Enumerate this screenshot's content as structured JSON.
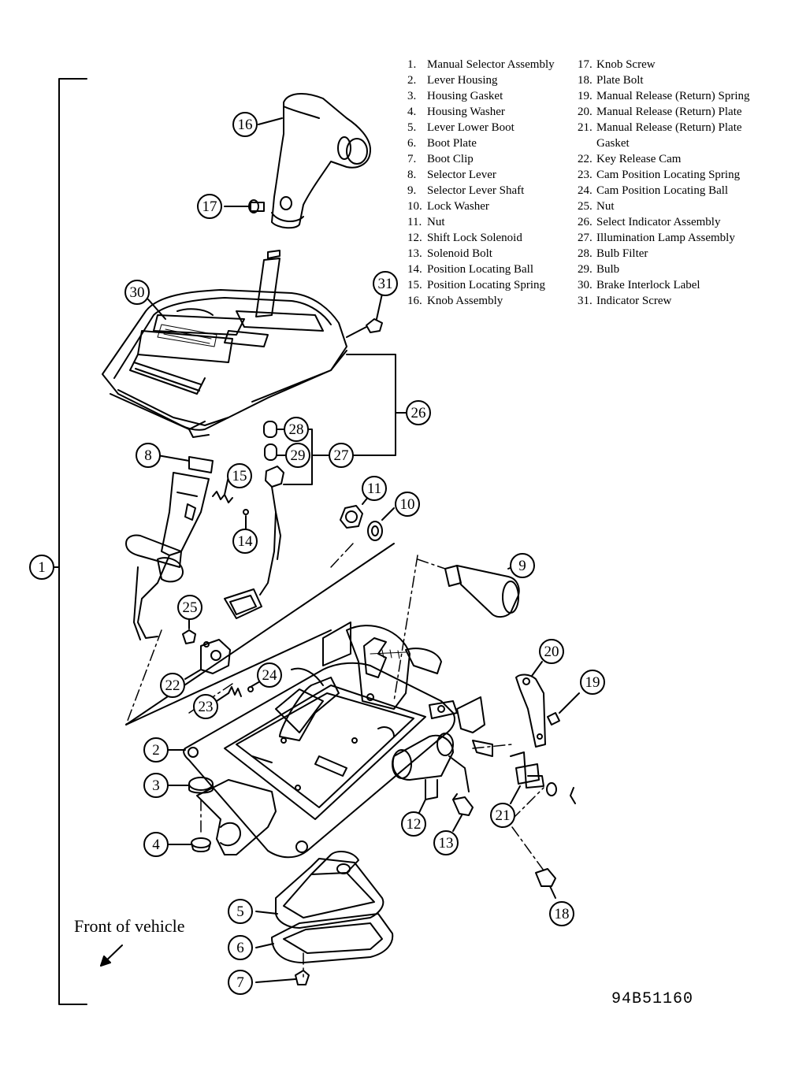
{
  "legend": {
    "left": [
      {
        "num": "1.",
        "name": "Manual Selector Assembly"
      },
      {
        "num": "2.",
        "name": "Lever Housing"
      },
      {
        "num": "3.",
        "name": "Housing Gasket"
      },
      {
        "num": "4.",
        "name": "Housing Washer"
      },
      {
        "num": "5.",
        "name": "Lever Lower Boot"
      },
      {
        "num": "6.",
        "name": "Boot Plate"
      },
      {
        "num": "7.",
        "name": "Boot Clip"
      },
      {
        "num": "8.",
        "name": "Selector Lever"
      },
      {
        "num": "9.",
        "name": "Selector Lever Shaft"
      },
      {
        "num": "10.",
        "name": "Lock Washer"
      },
      {
        "num": "11.",
        "name": "Nut"
      },
      {
        "num": "12.",
        "name": "Shift Lock Solenoid"
      },
      {
        "num": "13.",
        "name": "Solenoid Bolt"
      },
      {
        "num": "14.",
        "name": "Position Locating Ball"
      },
      {
        "num": "15.",
        "name": "Position Locating Spring"
      },
      {
        "num": "16.",
        "name": "Knob Assembly"
      }
    ],
    "right": [
      {
        "num": "17.",
        "name": "Knob Screw"
      },
      {
        "num": "18.",
        "name": "Plate Bolt"
      },
      {
        "num": "19.",
        "name": "Manual Release (Return) Spring"
      },
      {
        "num": "20.",
        "name": "Manual Release (Return) Plate"
      },
      {
        "num": "21.",
        "name": "Manual Release (Return) Plate"
      },
      {
        "num": "",
        "name": "Gasket"
      },
      {
        "num": "22.",
        "name": "Key Release Cam"
      },
      {
        "num": "23.",
        "name": "Cam Position Locating Spring"
      },
      {
        "num": "24.",
        "name": "Cam Position Locating Ball"
      },
      {
        "num": "25.",
        "name": "Nut"
      },
      {
        "num": "26.",
        "name": "Select Indicator Assembly"
      },
      {
        "num": "27.",
        "name": "Illumination Lamp Assembly"
      },
      {
        "num": "28.",
        "name": "Bulb Filter"
      },
      {
        "num": "29.",
        "name": "Bulb"
      },
      {
        "num": "30.",
        "name": "Brake Interlock Label"
      },
      {
        "num": "31.",
        "name": "Indicator Screw"
      }
    ]
  },
  "callouts": [
    "1",
    "2",
    "3",
    "4",
    "5",
    "6",
    "7",
    "8",
    "9",
    "10",
    "11",
    "12",
    "13",
    "14",
    "15",
    "16",
    "17",
    "18",
    "19",
    "20",
    "21",
    "22",
    "23",
    "24",
    "25",
    "26",
    "27",
    "28",
    "29",
    "30",
    "31"
  ],
  "front_label": "Front of vehicle",
  "figure_code": "94B51160"
}
